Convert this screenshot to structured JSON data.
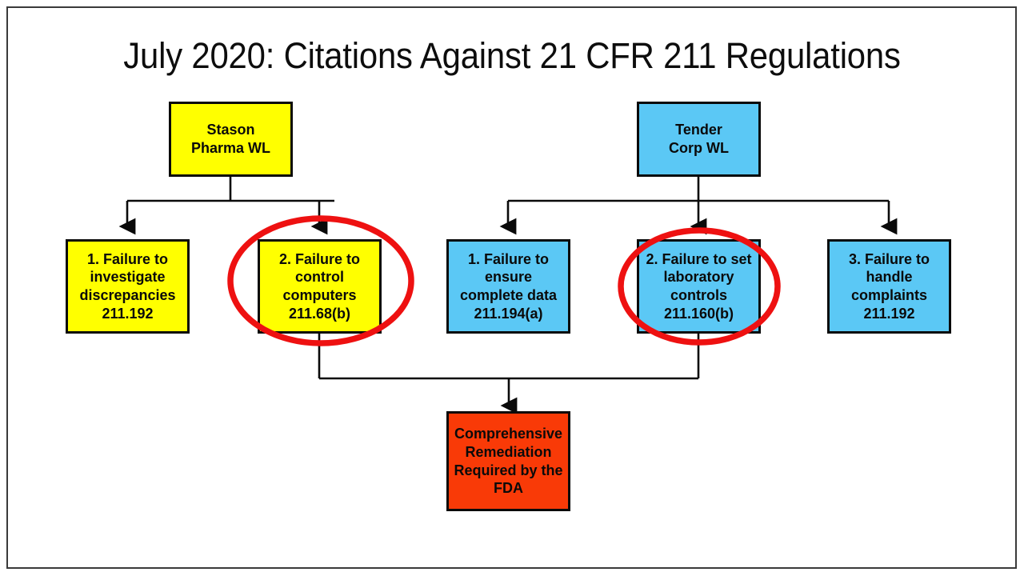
{
  "slide": {
    "title": "July 2020: Citations Against 21 CFR 211 Regulations",
    "background_color": "#ffffff",
    "frame_color": "#3a3a3a"
  },
  "colors": {
    "yellow": "#ffff00",
    "blue": "#5bc8f5",
    "red_fill": "#f93a07",
    "highlight_stroke": "#ee1111",
    "outline": "#0a0a0a"
  },
  "diagram": {
    "type": "flowchart",
    "roots": [
      {
        "id": "stason",
        "color_name": "yellow",
        "lines": [
          "Stason",
          "Pharma WL"
        ],
        "children": [
          "stason-1",
          "stason-2"
        ]
      },
      {
        "id": "tender",
        "color_name": "blue",
        "lines": [
          "Tender",
          "Corp WL"
        ],
        "children": [
          "tender-1",
          "tender-2",
          "tender-3"
        ]
      }
    ],
    "citations": [
      {
        "id": "stason-1",
        "parent": "stason",
        "color_name": "yellow",
        "highlighted": false,
        "lines": [
          "1. Failure to",
          "investigate",
          "discrepancies",
          "211.192"
        ],
        "number": "1",
        "regulation": "211.192"
      },
      {
        "id": "stason-2",
        "parent": "stason",
        "color_name": "yellow",
        "highlighted": true,
        "lines": [
          "2. Failure to",
          "control",
          "computers",
          "211.68(b)"
        ],
        "number": "2",
        "regulation": "211.68(b)"
      },
      {
        "id": "tender-1",
        "parent": "tender",
        "color_name": "blue",
        "highlighted": false,
        "lines": [
          "1. Failure to",
          "ensure",
          "complete data",
          "211.194(a)"
        ],
        "number": "1",
        "regulation": "211.194(a)"
      },
      {
        "id": "tender-2",
        "parent": "tender",
        "color_name": "blue",
        "highlighted": true,
        "lines": [
          "2. Failure to set",
          "laboratory",
          "controls",
          "211.160(b)"
        ],
        "number": "2",
        "regulation": "211.160(b)"
      },
      {
        "id": "tender-3",
        "parent": "tender",
        "color_name": "blue",
        "highlighted": false,
        "lines": [
          "3. Failure to",
          "handle",
          "complaints",
          "211.192"
        ],
        "number": "3",
        "regulation": "211.192"
      }
    ],
    "outcome": {
      "id": "outcome",
      "color_name": "red",
      "lines": [
        "Comprehensive",
        "Remediation",
        "Required by the",
        "FDA"
      ],
      "sources": [
        "stason-2",
        "tender-2"
      ]
    }
  }
}
